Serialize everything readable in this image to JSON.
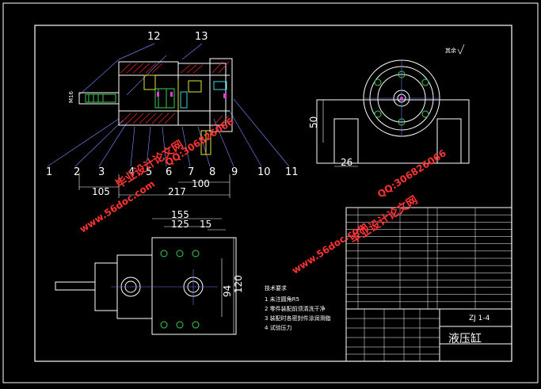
{
  "drawing": {
    "title": "液压缸",
    "drawing_number": "ZJ 1-4",
    "scale_note": "其余",
    "thread_label": "M16"
  },
  "balloons": [
    "1",
    "2",
    "3",
    "4",
    "5",
    "6",
    "7",
    "8",
    "9",
    "10",
    "11",
    "12",
    "13"
  ],
  "dimensions": {
    "d105": "105",
    "d217": "217",
    "d100": "100",
    "d50": "50",
    "d26": "26",
    "d155": "155",
    "d125": "125",
    "d15": "15",
    "d94": "94",
    "d120": "120"
  },
  "tech_requirements": {
    "heading": "技术要求",
    "items": [
      "1  未注圆角R5",
      "2  零件装配前须清洗干净",
      "3  装配时各密封件涂润滑脂",
      "4  试验压力"
    ]
  },
  "watermarks": {
    "site": "www.56doc.com",
    "qq": "QQ:306826066",
    "brand": "毕业设计论文网"
  },
  "colors": {
    "background": "#000000",
    "frame": "#ffffff",
    "red": "#ff2a2a",
    "green": "#36d050",
    "blue": "#6f7fe8",
    "yellow": "#e8e23a",
    "cyan": "#3ad8e0",
    "magenta": "#e03ad8"
  }
}
